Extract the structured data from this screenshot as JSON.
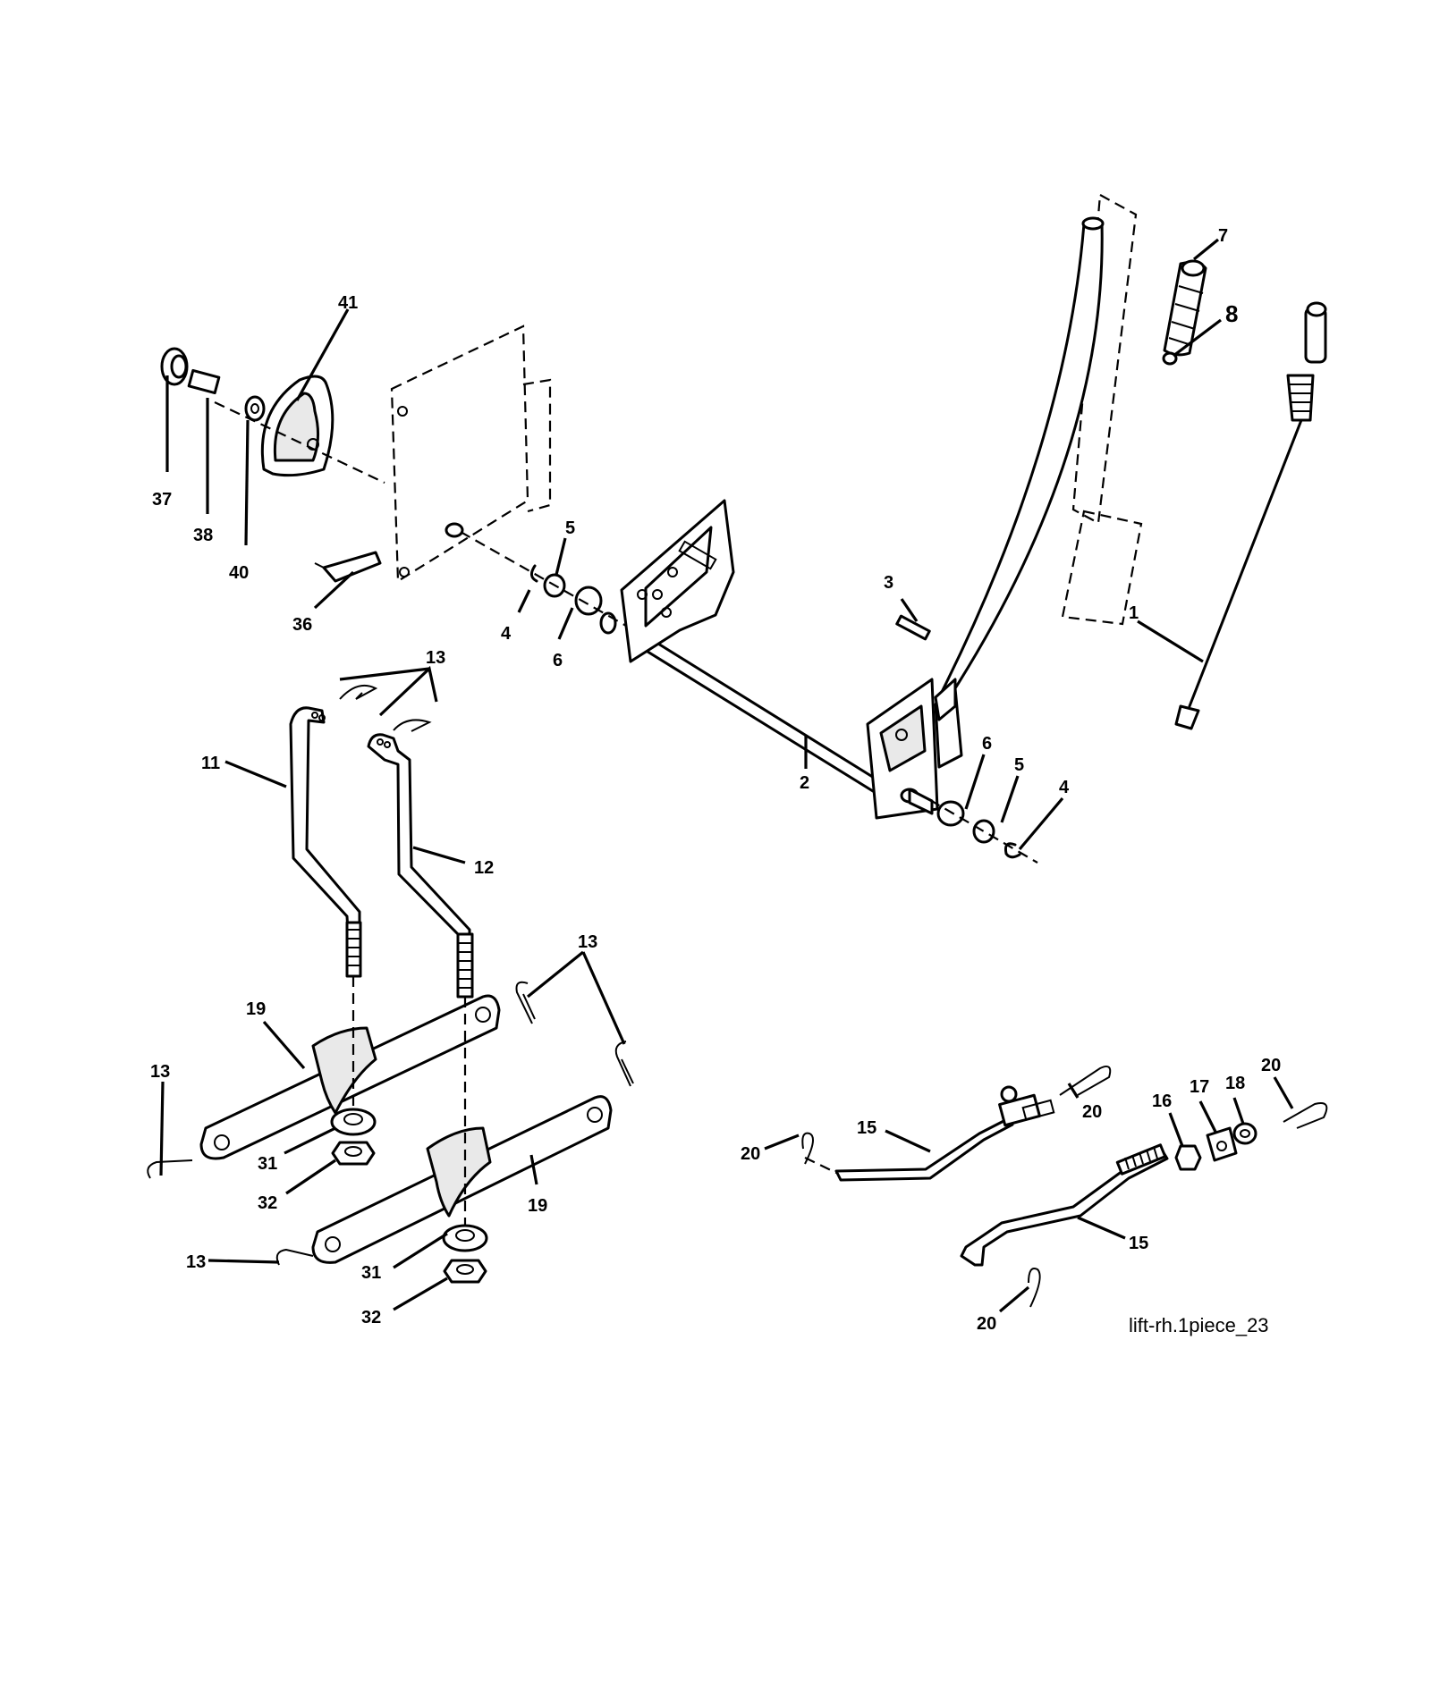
{
  "diagram": {
    "caption": "lift-rh.1piece_23",
    "callouts": [
      "1",
      "2",
      "3",
      "4",
      "4",
      "5",
      "5",
      "6",
      "6",
      "7",
      "8",
      "11",
      "12",
      "13",
      "13",
      "13",
      "13",
      "15",
      "15",
      "16",
      "17",
      "18",
      "19",
      "19",
      "20",
      "20",
      "20",
      "20",
      "31",
      "31",
      "32",
      "32",
      "36",
      "37",
      "38",
      "40",
      "41"
    ]
  }
}
